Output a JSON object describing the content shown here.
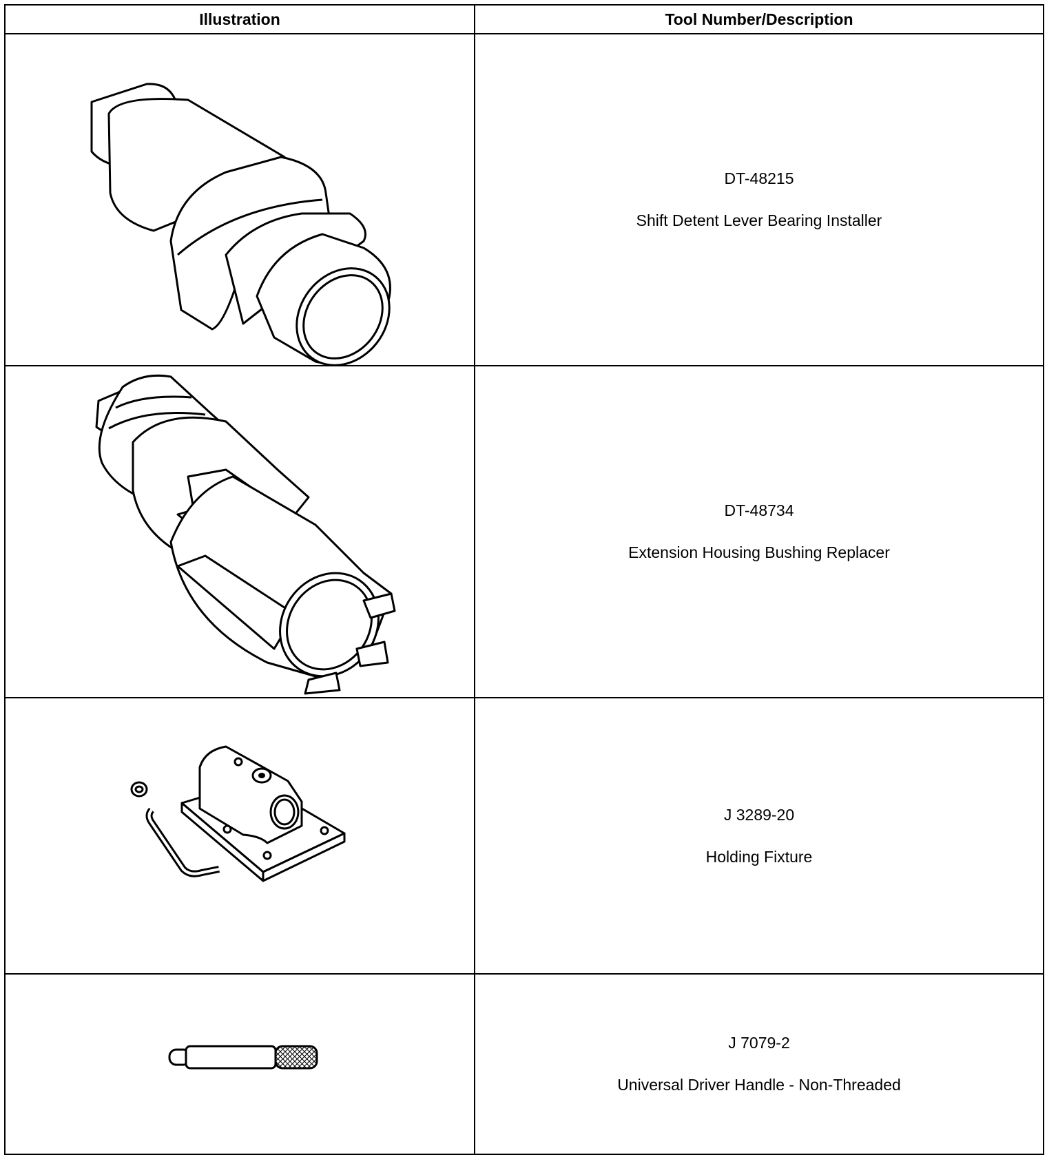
{
  "table": {
    "headers": {
      "illustration": "Illustration",
      "tool": "Tool Number/Description"
    },
    "rows": [
      {
        "number": "DT-48215",
        "description": "Shift Detent Lever Bearing Installer",
        "icon": "bearing-installer-icon"
      },
      {
        "number": "DT-48734",
        "description": "Extension Housing Bushing Replacer",
        "icon": "bushing-replacer-icon"
      },
      {
        "number": "J 3289-20",
        "description": "Holding Fixture",
        "icon": "holding-fixture-icon"
      },
      {
        "number": "J 7079-2",
        "description": "Universal Driver Handle - Non-Threaded",
        "icon": "driver-handle-icon"
      }
    ]
  }
}
